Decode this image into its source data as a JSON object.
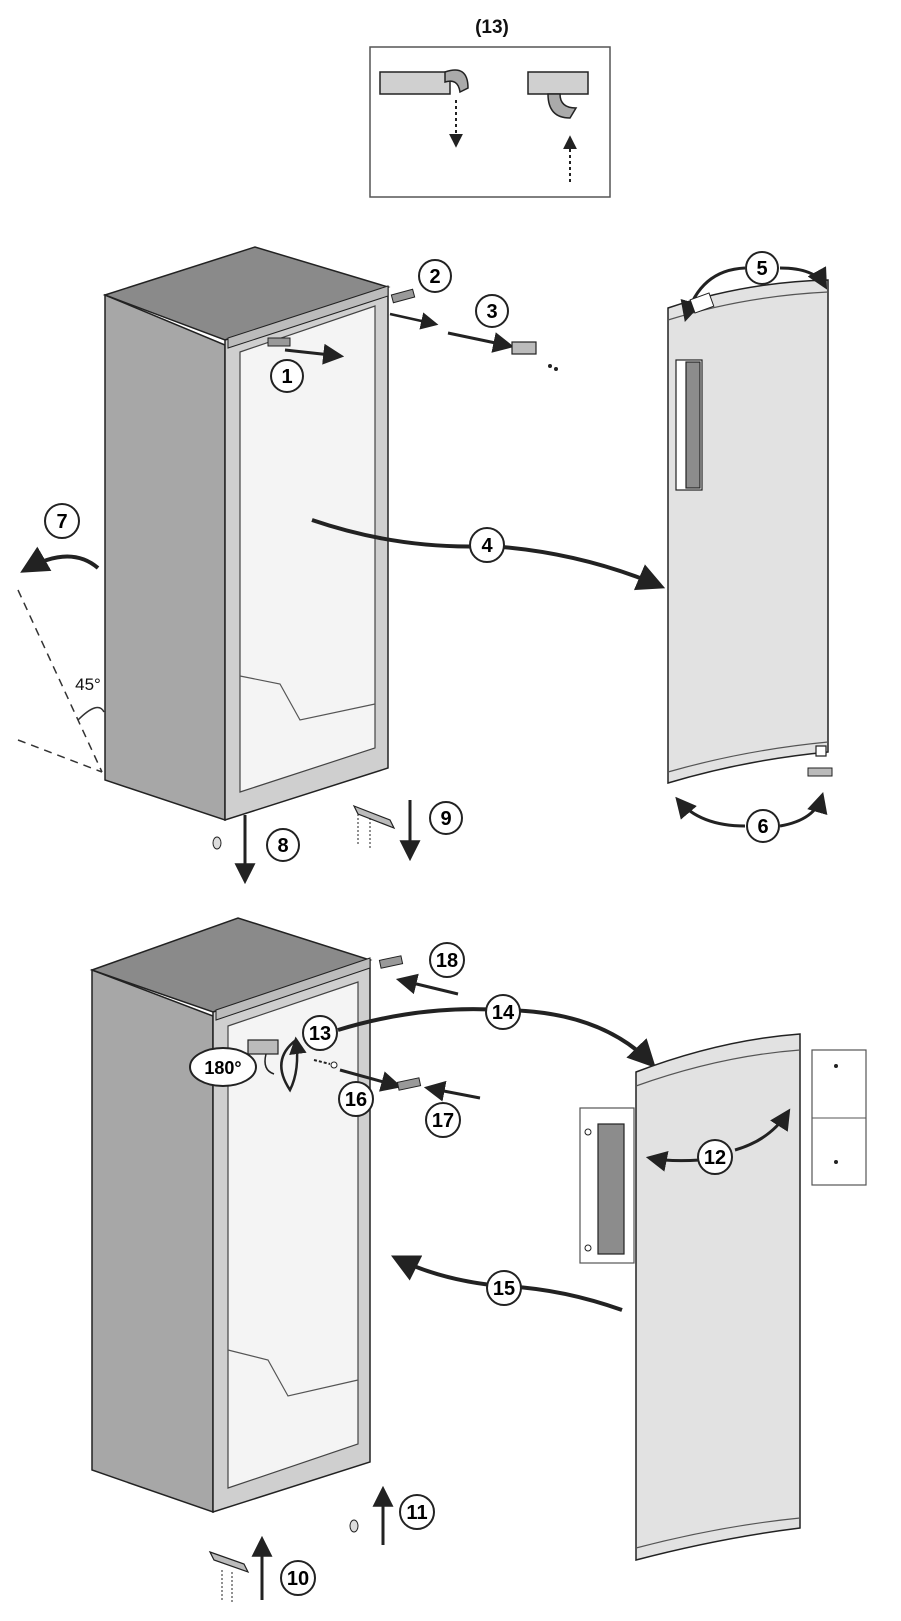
{
  "inset": {
    "title": "(13)"
  },
  "steps": {
    "s1": "1",
    "s2": "2",
    "s3": "3",
    "s4": "4",
    "s5": "5",
    "s6": "6",
    "s7": "7",
    "s8": "8",
    "s9": "9",
    "s10": "10",
    "s11": "11",
    "s12": "12",
    "s13": "13",
    "s14": "14",
    "s15": "15",
    "s16": "16",
    "s17": "17",
    "s18": "18"
  },
  "angle_label": "45°",
  "rotation_label": "180°",
  "colors": {
    "line": "#222222",
    "cabinet_top": "#8a8a8a",
    "cabinet_side": "#a7a7a7",
    "cabinet_front": "#cfcfcf",
    "door_face": "#e2e2e2",
    "handle": "#8c8c8c"
  }
}
